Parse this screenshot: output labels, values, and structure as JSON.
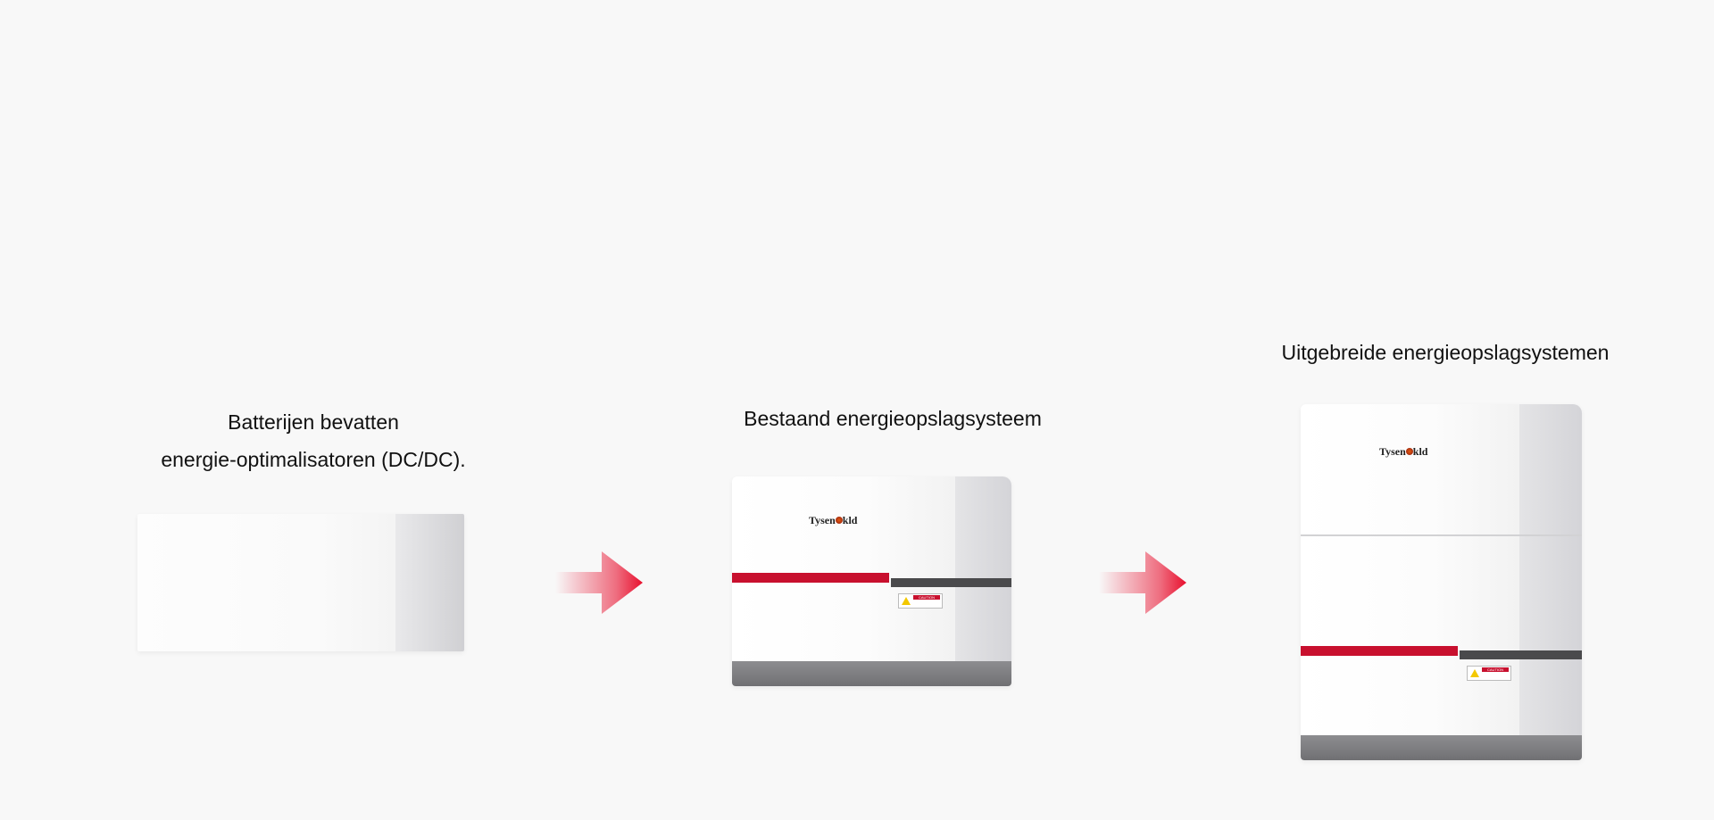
{
  "steps": [
    {
      "caption_lines": [
        "Batterijen bevatten",
        "energie-optimalisatoren (DC/DC)."
      ]
    },
    {
      "caption": "Bestaand energieopslagsysteem"
    },
    {
      "caption": "Uitgebreide energieopslagsystemen"
    }
  ],
  "product": {
    "brand_logo": "Tysenokld",
    "warning_label": "CAUTION"
  },
  "colors": {
    "accent_red": "#c8102e",
    "background": "#f8f8f8",
    "base_grey": "#7a7a7d"
  }
}
